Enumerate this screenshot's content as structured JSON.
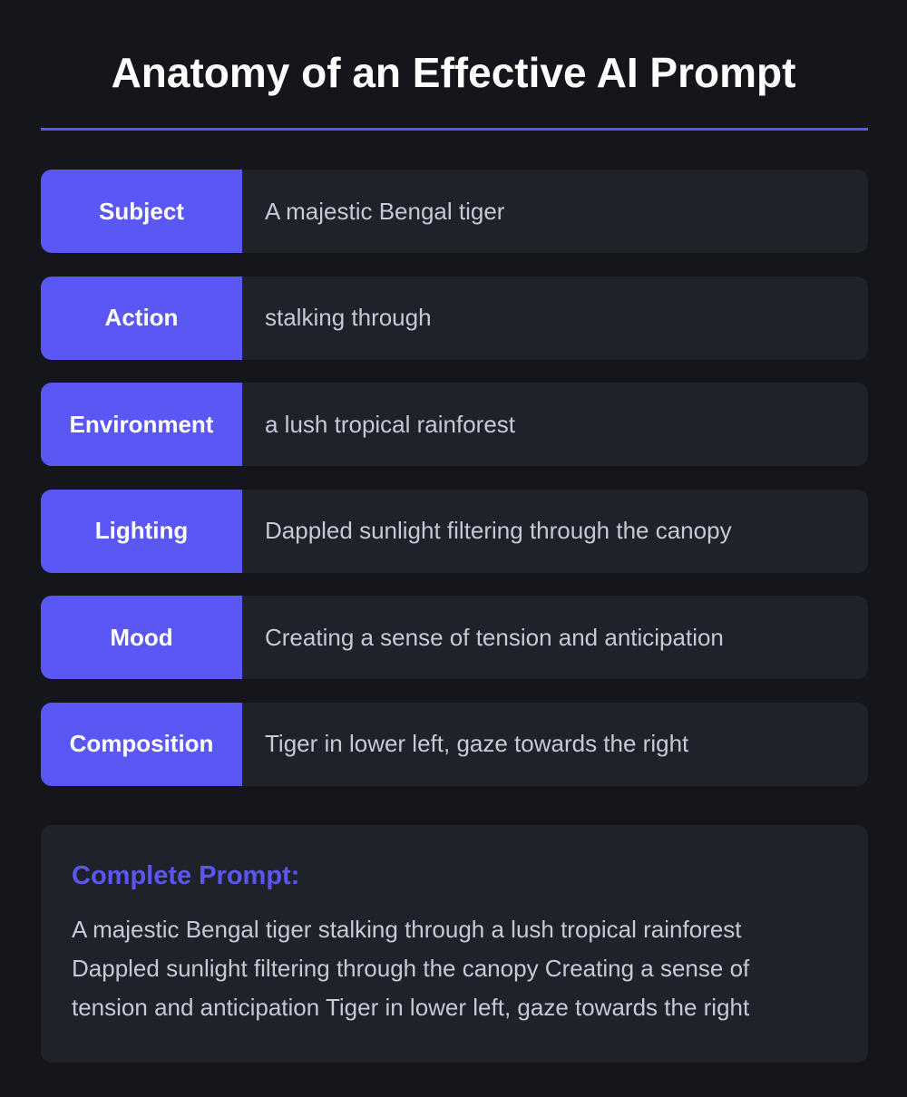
{
  "header": {
    "title": "Anatomy of an Effective AI Prompt"
  },
  "components": [
    {
      "label": "Subject",
      "value": "A majestic Bengal tiger"
    },
    {
      "label": "Action",
      "value": "stalking through"
    },
    {
      "label": "Environment",
      "value": "a lush tropical rainforest"
    },
    {
      "label": "Lighting",
      "value": "Dappled sunlight filtering through the canopy"
    },
    {
      "label": "Mood",
      "value": "Creating a sense of tension and anticipation"
    },
    {
      "label": "Composition",
      "value": "Tiger in lower left, gaze towards the right"
    }
  ],
  "complete_prompt": {
    "title": "Complete Prompt:",
    "text": "A majestic Bengal tiger stalking through a lush tropical rainforest Dappled sunlight filtering through the canopy Creating a sense of tension and anticipation Tiger in lower left, gaze towards the right"
  },
  "colors": {
    "background": "#14161b",
    "card": "#20222a",
    "accent": "#5b57f5",
    "value_text": "#c5c9d8",
    "label_text": "#ffffff"
  }
}
